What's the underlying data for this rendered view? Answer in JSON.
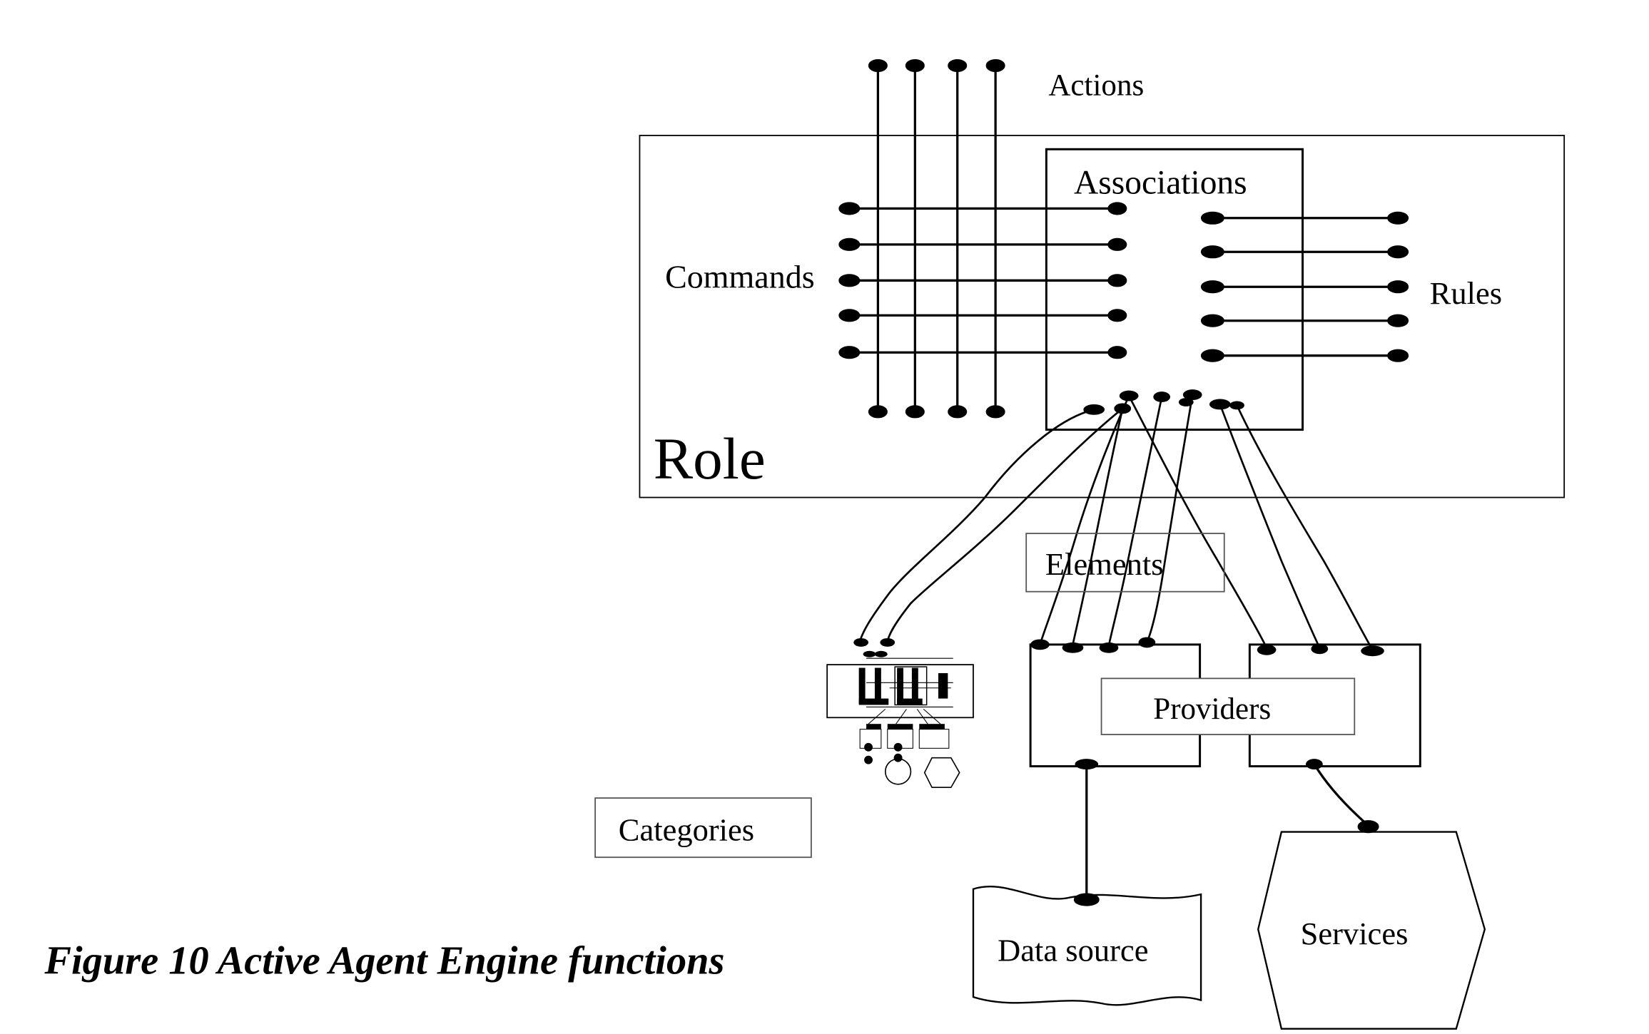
{
  "diagram": {
    "labels": {
      "actions": "Actions",
      "associations": "Associations",
      "commands": "Commands",
      "rules": "Rules",
      "role": "Role",
      "elements": "Elements",
      "providers": "Providers",
      "categories": "Categories",
      "data_source": "Data source",
      "services": "Services"
    },
    "caption": "Figure 10 Active Agent Engine functions"
  }
}
